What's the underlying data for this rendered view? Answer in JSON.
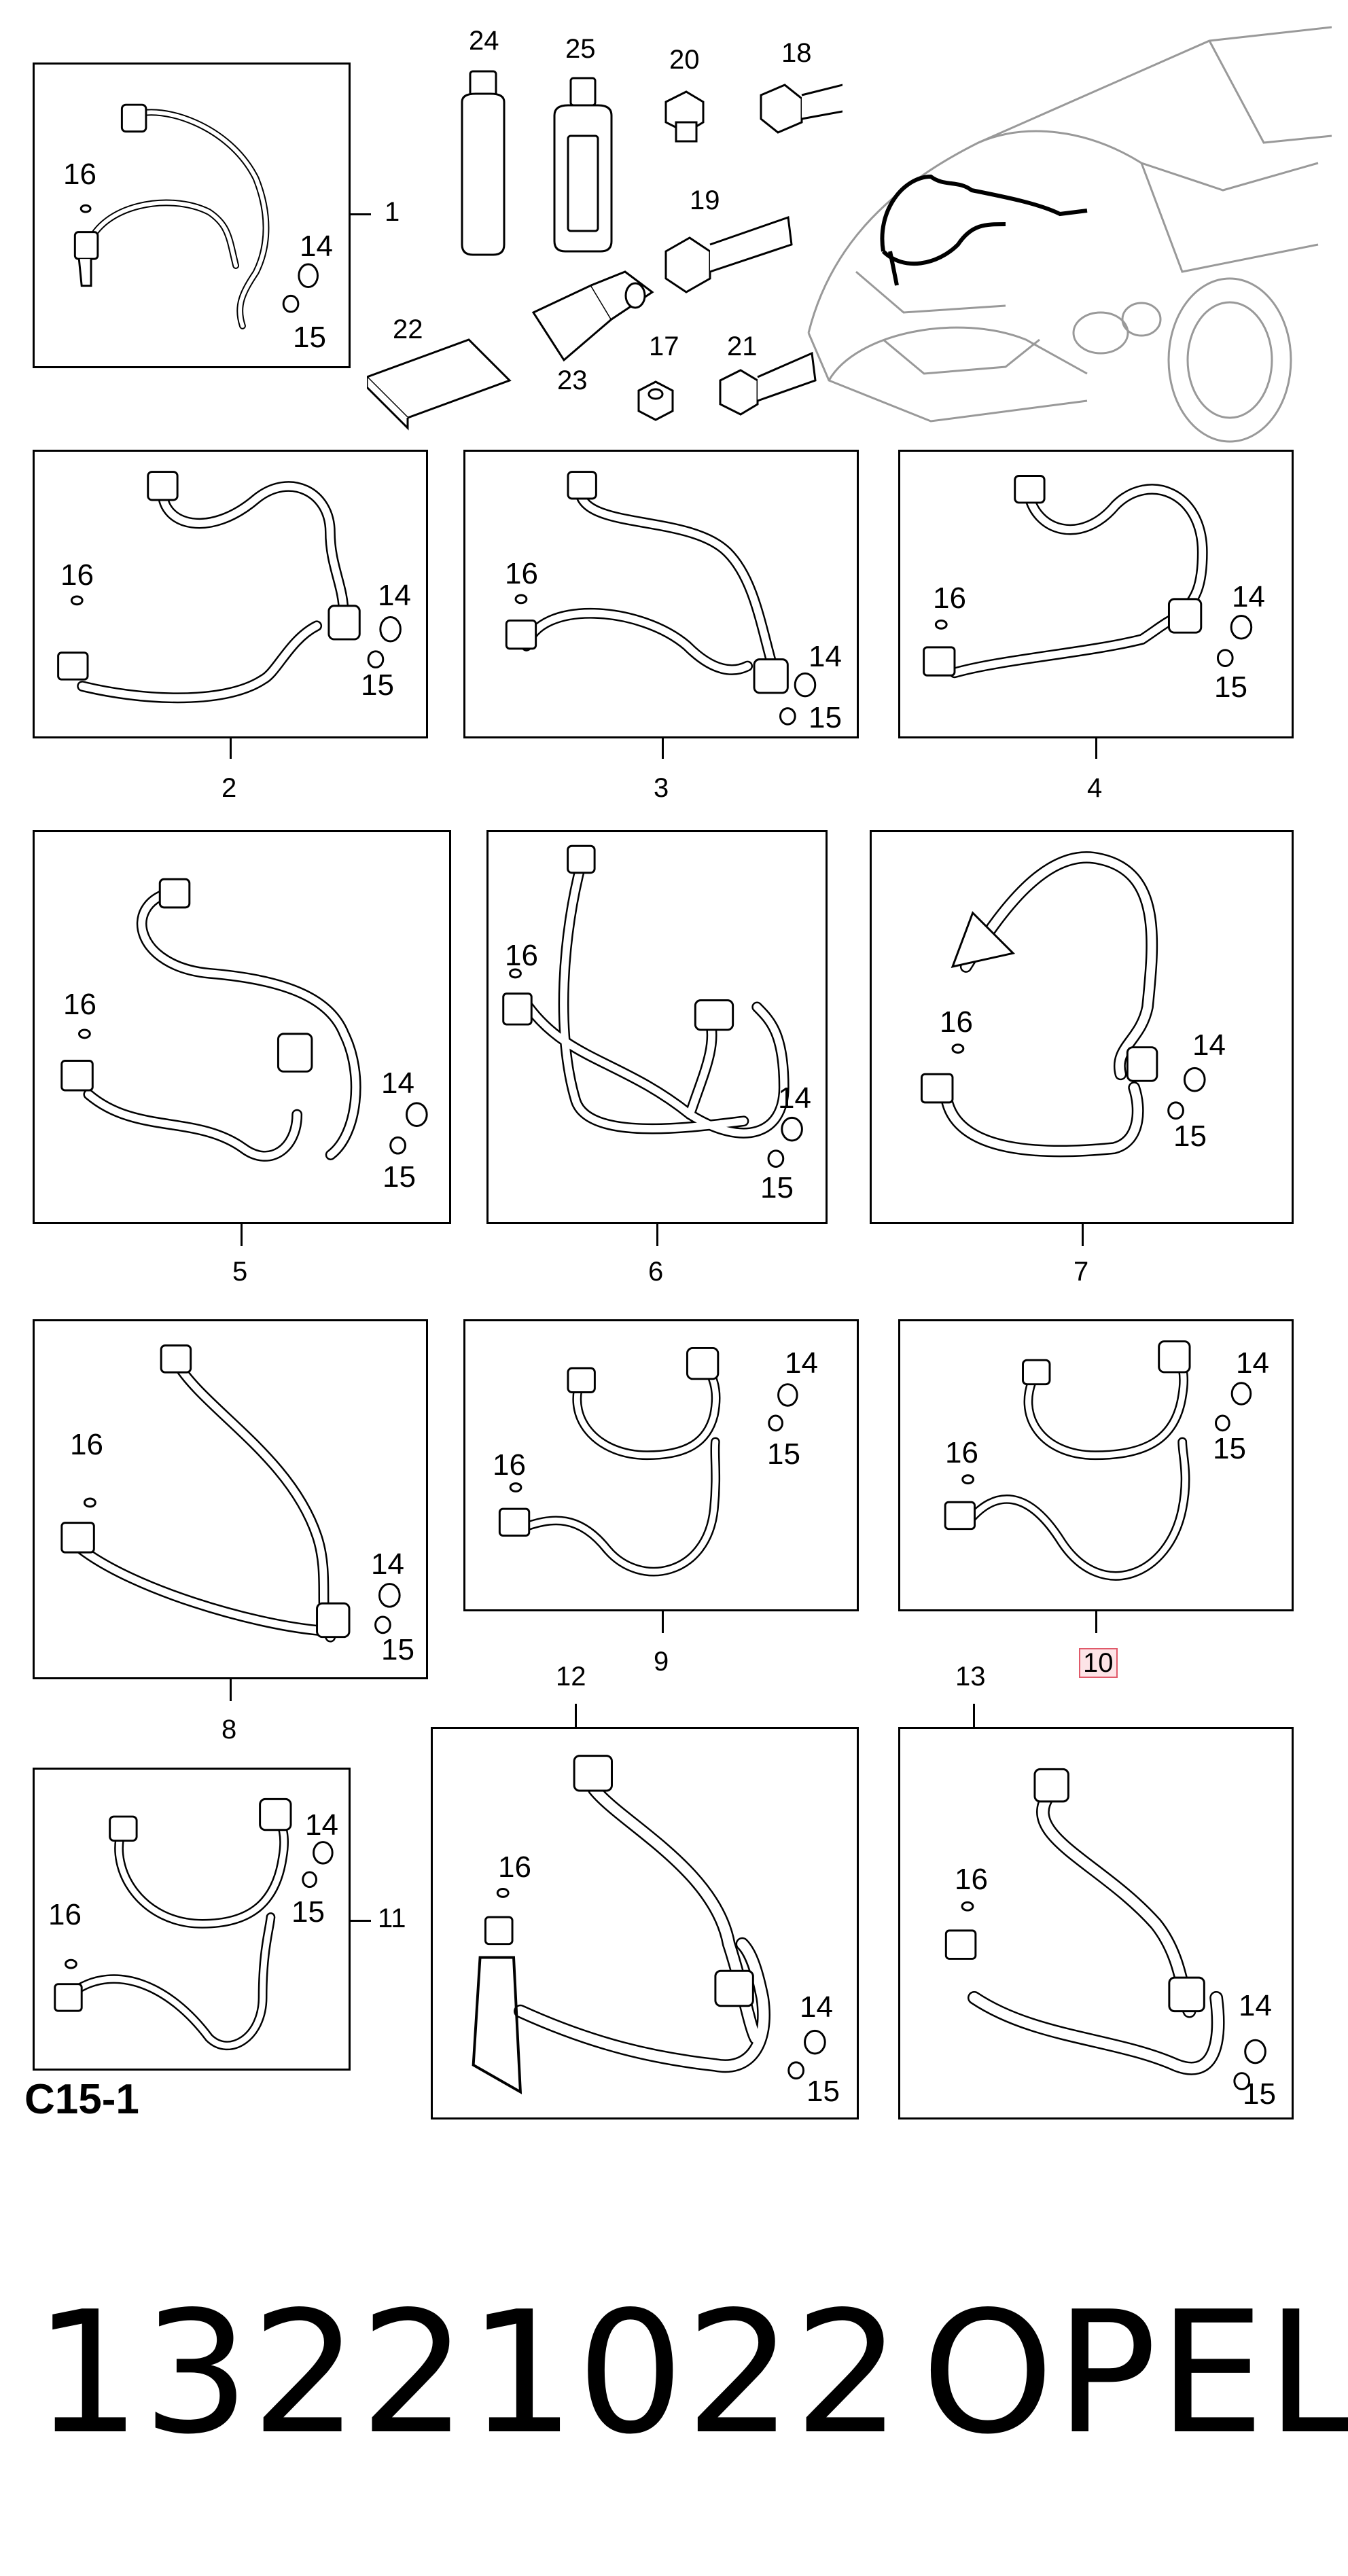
{
  "diagram": {
    "caption": "C15-1",
    "bottom": {
      "part_number": "13221022",
      "brand": "OPEL"
    },
    "panel_labels": [
      "1",
      "2",
      "3",
      "4",
      "5",
      "6",
      "7",
      "8",
      "9",
      "10",
      "11",
      "12",
      "13"
    ],
    "callouts": {
      "o_ring_a": "14",
      "o_ring_b": "15",
      "valve_cap": "16"
    },
    "accessory_labels": {
      "p17": "17",
      "p18": "18",
      "p19": "19",
      "p20": "20",
      "p21": "21",
      "p22": "22",
      "p23": "23",
      "p24": "24",
      "p25": "25"
    },
    "highlighted_label": "10",
    "colors": {
      "line": "#000000",
      "highlight_border": "#e05a6a",
      "highlight_fill": "#fde4e7"
    }
  }
}
